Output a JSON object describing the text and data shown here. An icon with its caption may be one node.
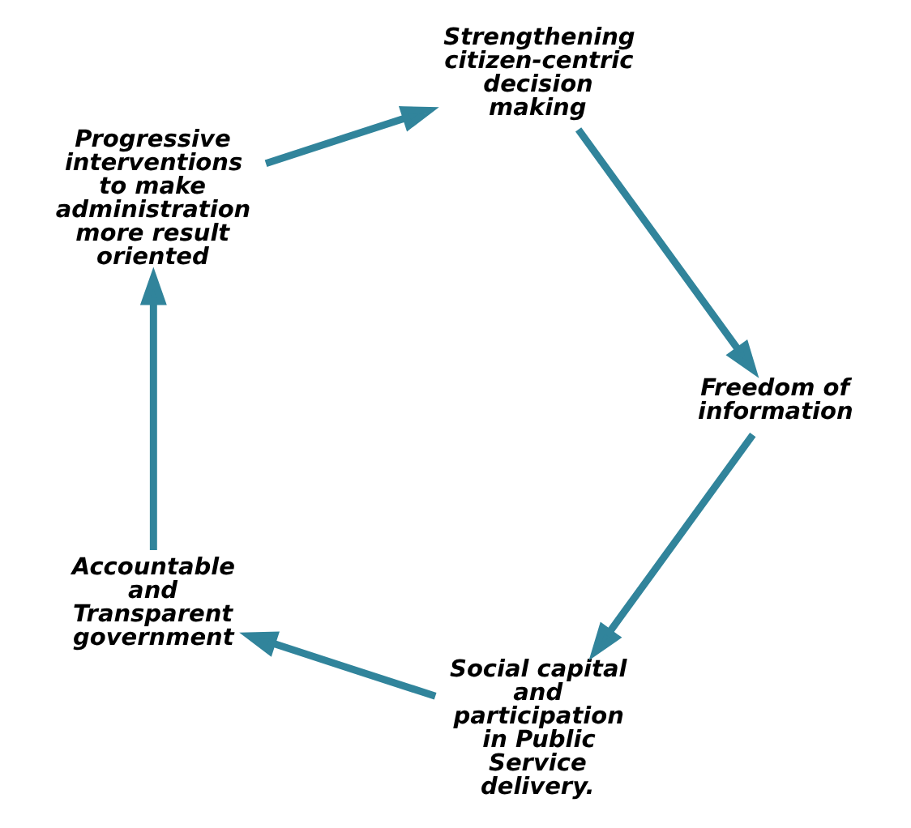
{
  "diagram": {
    "nodes": [
      {
        "text": [
          "Social capital and participation in Public Service delivery."
        ]
      },
      {
        "text": [
          "Accountable and Transparent government"
        ]
      },
      {
        "text": [
          "Progressive interventions to make administration more result oriented"
        ]
      },
      {
        "text": [
          "Strengthening citizen-centric decision making"
        ]
      },
      {
        "text": [
          "Freedom of information"
        ]
      }
    ],
    "edges": [
      {
        "from": 0,
        "to": 1,
        "arrow": "to"
      },
      {
        "from": 1,
        "to": 2,
        "arrow": "to"
      },
      {
        "from": 2,
        "to": 3,
        "arrow": "to"
      },
      {
        "from": 3,
        "to": 4,
        "arrow": "to"
      },
      {
        "from": 4,
        "to": 0,
        "arrow": "to"
      }
    ]
  }
}
